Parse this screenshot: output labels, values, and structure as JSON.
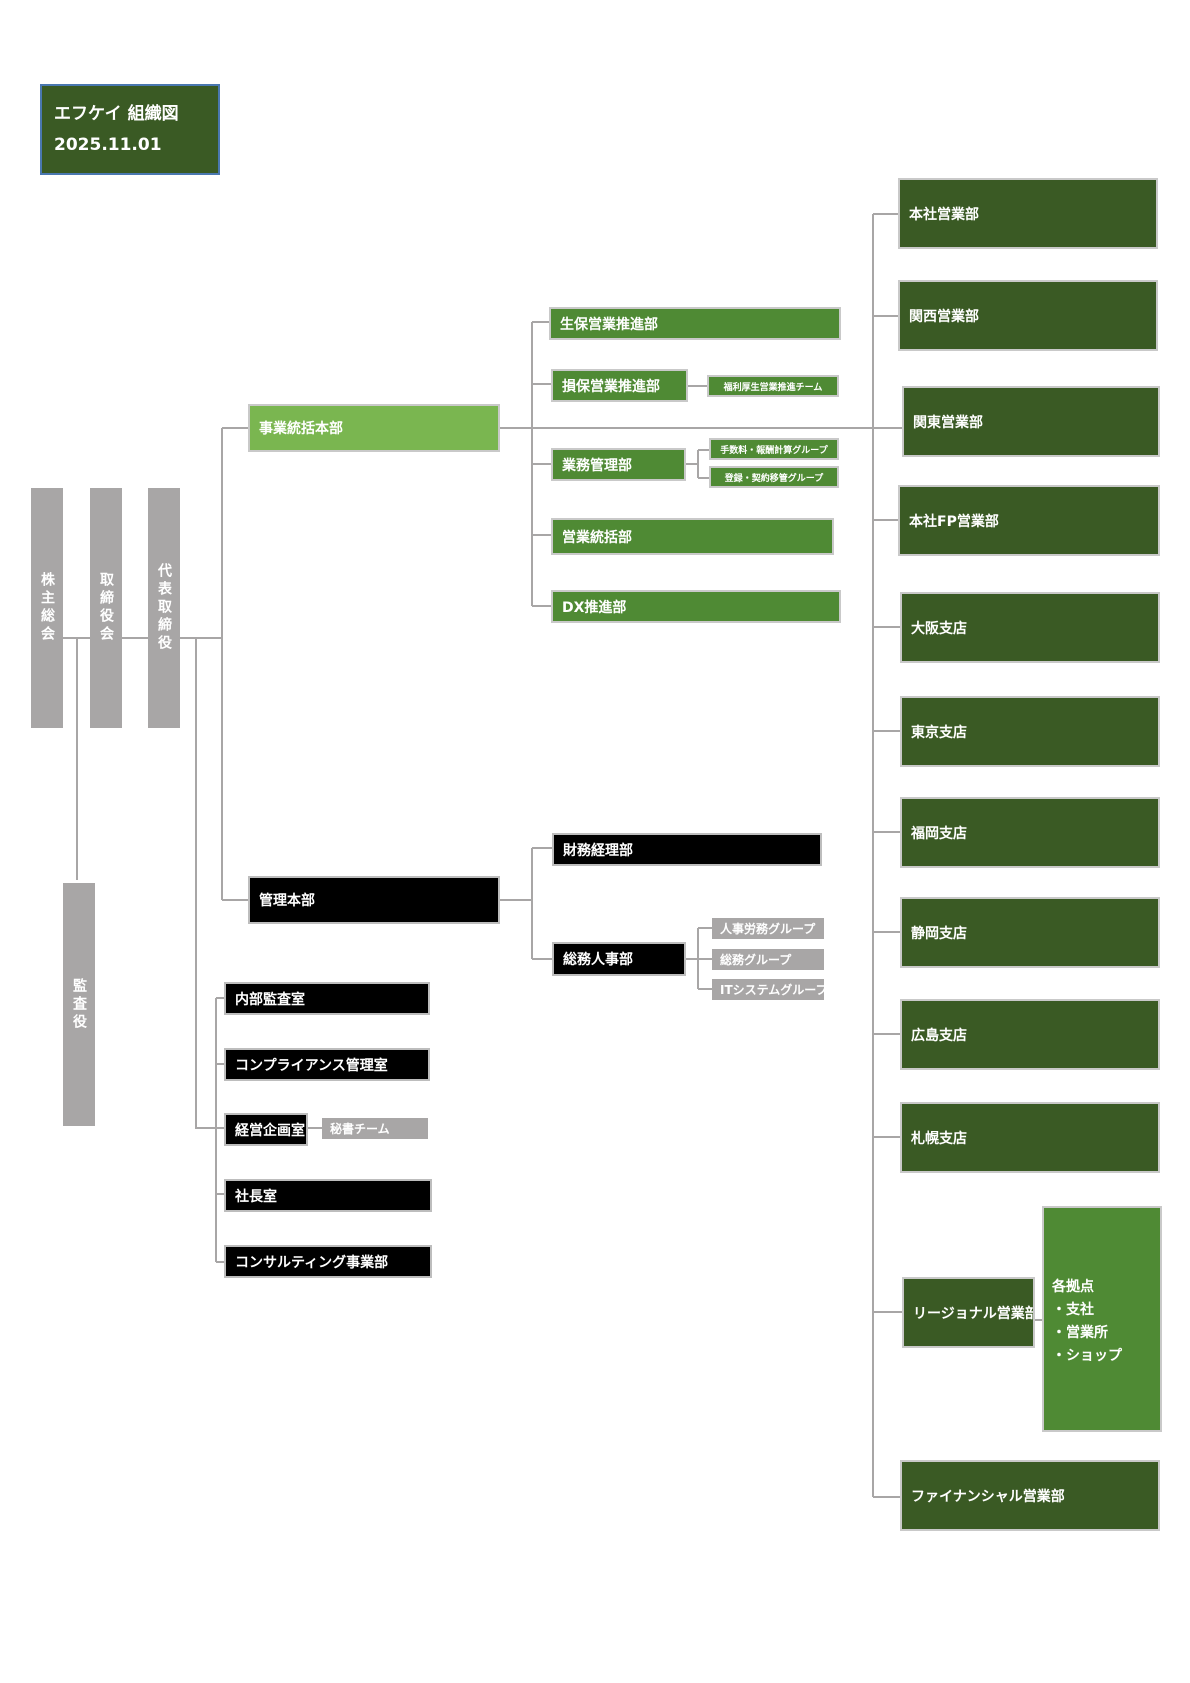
{
  "title": {
    "line1": "エフケイ 組織図",
    "line2": "2025.11.01"
  },
  "governance": {
    "shareholders": "株主総会",
    "board": "取締役会",
    "ceo": "代表取締役",
    "auditor": "監査役"
  },
  "business_hq": {
    "label": "事業統括本部",
    "depts": {
      "life_sales": "生保営業推進部",
      "nonlife_sales": "損保営業推進部",
      "welfare_team": "福利厚生営業推進チーム",
      "operations": "業務管理部",
      "commission_group": "手数料・報酬計算グループ",
      "registration_group": "登録・契約移管グループ",
      "sales_control": "営業統括部",
      "dx": "DX推進部"
    }
  },
  "admin_hq": {
    "label": "管理本部",
    "finance": "財務経理部",
    "hr": "総務人事部",
    "hr_groups": {
      "personnel": "人事労務グループ",
      "general": "総務グループ",
      "it": "ITシステムグループ"
    }
  },
  "offices": {
    "audit": "内部監査室",
    "compliance": "コンプライアンス管理室",
    "planning": "経営企画室",
    "secretary": "秘書チーム",
    "president": "社長室",
    "consulting": "コンサルティング事業部"
  },
  "sales_units": {
    "hq_sales": "本社営業部",
    "kansai": "関西営業部",
    "kanto": "関東営業部",
    "hq_fp": "本社FP営業部",
    "osaka": "大阪支店",
    "tokyo": "東京支店",
    "fukuoka": "福岡支店",
    "shizuoka": "静岡支店",
    "hiroshima": "広島支店",
    "sapporo": "札幌支店",
    "regional": "リージョナル営業部",
    "locations": {
      "heading": "各拠点",
      "branch": "・支社",
      "sales_office": "・営業所",
      "shop": "・ショップ"
    },
    "financial": "ファイナンシャル営業部"
  },
  "colors": {
    "dark_green": "#3a5a24",
    "mid_green": "#4f8a34",
    "light_green": "#7ab650",
    "black": "#000000",
    "gray": "#a8a6a6",
    "line": "#a8a6a6",
    "title_border": "#4a78b0"
  }
}
